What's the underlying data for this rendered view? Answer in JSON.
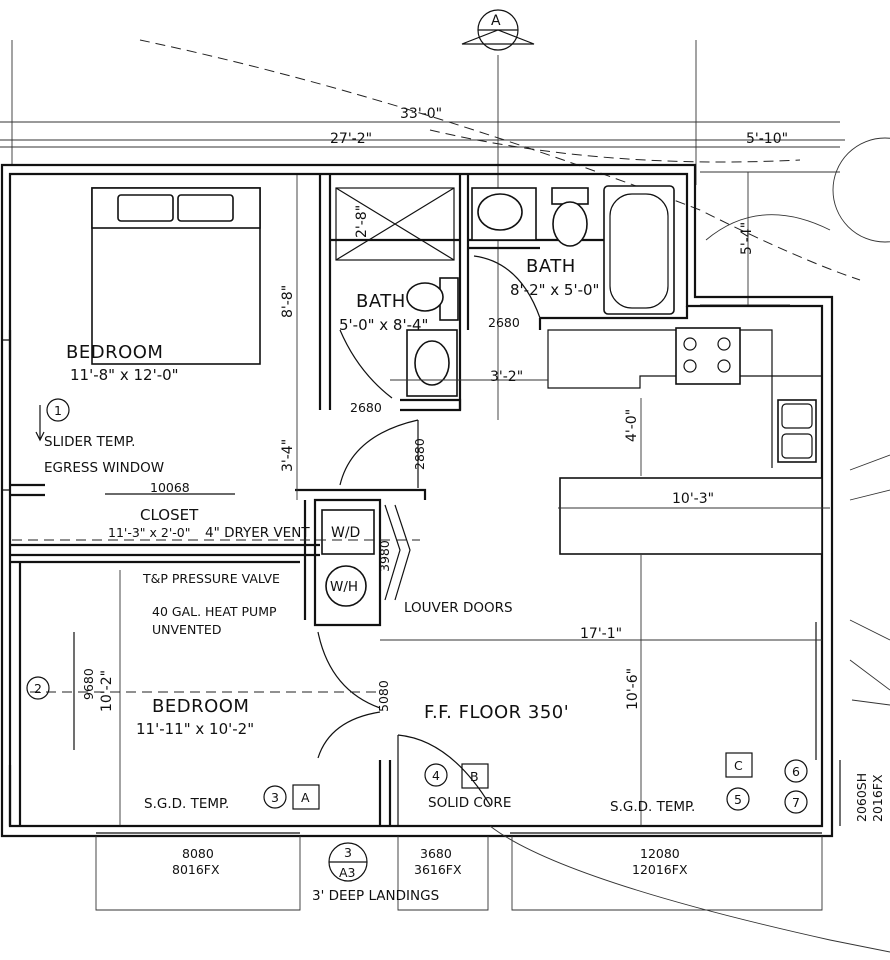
{
  "dimensions": {
    "overall": "33'-0\"",
    "main": "27'-2\"",
    "side": "5'-10\"",
    "side_height": "5'-4\"",
    "bedroom1_depth": "8'-8\"",
    "bedroom1_lower": "3'-4\"",
    "shower": "2'-8\"",
    "hall": "3'-2\"",
    "kitchen_depth": "4'-0\"",
    "island": "10'-3\"",
    "living_width": "17'-1\"",
    "living_depth": "10'-6\"",
    "bedroom2_depth": "10'-2\""
  },
  "rooms": {
    "bedroom1": {
      "name": "BEDROOM",
      "size": "11'-8\" x 12'-0\""
    },
    "bath1": {
      "name": "BATH",
      "size": "5'-0\" x 8'-4\""
    },
    "bath2": {
      "name": "BATH",
      "size": "8'-2\" x 5'-0\""
    },
    "closet": {
      "name": "CLOSET",
      "size": "11'-3\" x 2'-0\""
    },
    "bedroom2": {
      "name": "BEDROOM",
      "size": "11'-11\" x 10'-2\""
    },
    "floor": "F.F. FLOOR 350'"
  },
  "doors": {
    "bath1": "2680",
    "bath2": "2680",
    "bedroom1": "2880",
    "laundry": "3980",
    "bedroom2": "5080",
    "closet_slider": "10068",
    "bedroom2_closet": "9680",
    "window_bedroom2": "8080",
    "window_bedroom2_fx": "8016FX",
    "entry": "3680",
    "entry_fx": "3616FX",
    "living_sgd": "12080",
    "living_sgd_fx": "12016FX",
    "side_window": "2060SH",
    "side_window_fx": "2016FX"
  },
  "notes": {
    "slider1": "SLIDER TEMP.",
    "slider2": "EGRESS WINDOW",
    "dryer_vent": "4\" DRYER VENT",
    "tp_valve": "T&P PRESSURE VALVE",
    "heater1": "40 GAL. HEAT PUMP",
    "heater2": "UNVENTED",
    "louver": "LOUVER DOORS",
    "sgd_left": "S.G.D. TEMP.",
    "sgd_right": "S.G.D. TEMP.",
    "solid_core": "SOLID CORE",
    "landings": "3' DEEP LANDINGS"
  },
  "appliances": {
    "washer_dryer": "W/D",
    "water_heater": "W/H"
  },
  "tags": {
    "t1": "1",
    "t2": "2",
    "t3": "3",
    "t4": "4",
    "t5": "5",
    "t6": "6",
    "t7": "7",
    "a_box": "A",
    "b_box": "B",
    "c_box": "C",
    "section_top": "A",
    "section_num": "3",
    "section_sheet": "A3"
  }
}
